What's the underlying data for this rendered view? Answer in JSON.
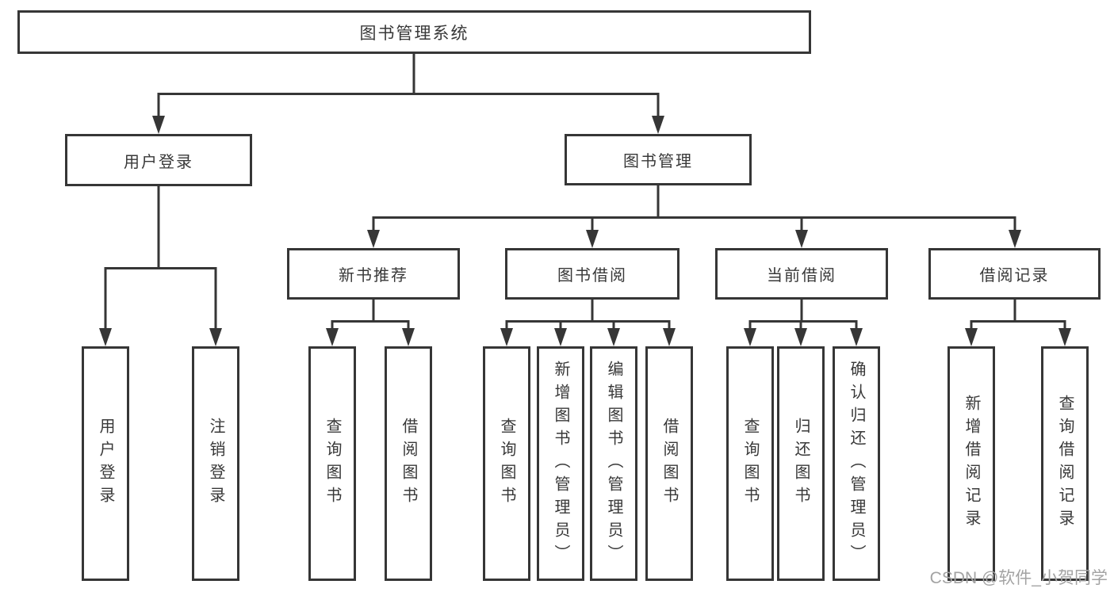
{
  "diagram": {
    "type": "hierarchy-tree",
    "root": {
      "label": "图书管理系统"
    },
    "level2": [
      {
        "label": "用户登录",
        "parent": "图书管理系统"
      },
      {
        "label": "图书管理",
        "parent": "图书管理系统"
      }
    ],
    "level3": [
      {
        "label": "新书推荐",
        "parent": "图书管理"
      },
      {
        "label": "图书借阅",
        "parent": "图书管理"
      },
      {
        "label": "当前借阅",
        "parent": "图书管理"
      },
      {
        "label": "借阅记录",
        "parent": "图书管理"
      }
    ],
    "leaves": [
      {
        "label": "用户登录",
        "parent": "用户登录"
      },
      {
        "label": "注销登录",
        "parent": "用户登录"
      },
      {
        "label": "查询图书",
        "parent": "新书推荐"
      },
      {
        "label": "借阅图书",
        "parent": "新书推荐"
      },
      {
        "label": "查询图书",
        "parent": "图书借阅"
      },
      {
        "label": "新增图书（管理员）",
        "parent": "图书借阅"
      },
      {
        "label": "编辑图书（管理员）",
        "parent": "图书借阅"
      },
      {
        "label": "借阅图书",
        "parent": "图书借阅"
      },
      {
        "label": "查询图书",
        "parent": "当前借阅"
      },
      {
        "label": "归还图书",
        "parent": "当前借阅"
      },
      {
        "label": "确认归还（管理员）",
        "parent": "当前借阅"
      },
      {
        "label": "新增借阅记录",
        "parent": "借阅记录"
      },
      {
        "label": "查询借阅记录",
        "parent": "借阅记录"
      }
    ]
  },
  "watermark": {
    "text": "CSDN @软件_小贺同学"
  },
  "colors": {
    "line": "#363636",
    "text": "#383838",
    "watermark": "#a3a3a3",
    "background": "#ffffff"
  }
}
